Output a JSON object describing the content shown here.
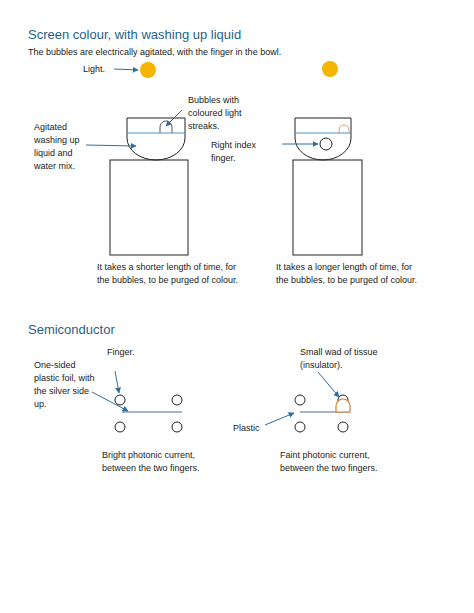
{
  "diagram": {
    "title": "Screen colour, with washing up liquid",
    "labels": [
      "The bubbles are electrically agitated, with the finger in the bowl.",
      "Light.",
      "Bubbles with coloured light streaks.",
      "Agitated washing up liquid and water mix.",
      "Right index finger.",
      "It takes a shorter length of time, for the bubbles, to be purged of colour.",
      "It takes a longer length of time, for the bubbles, to be purged of colour.",
      "Semiconductor",
      "Finger.",
      "Small wad of tissue (insulator).",
      "One-sided plastic foil, with the silver side up.",
      "Plastic",
      "Bright photonic current, between the two fingers.",
      "Faint photonic current, between the two fingers."
    ]
  }
}
